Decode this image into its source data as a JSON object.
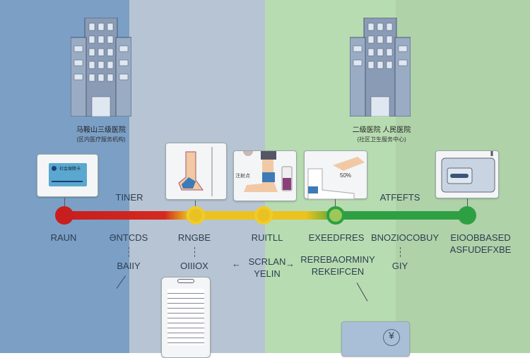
{
  "hospitals": [
    {
      "name": "马鞍山三级医院",
      "subtitle": "(区内医疗服务机构)"
    },
    {
      "name": "二级医院 人民医院",
      "subtitle": "(社区卫生服务中心)"
    }
  ],
  "insurance_card": {
    "title": "社会保障卡"
  },
  "timeline": {
    "top_labels": [
      "TINER",
      "ATFEFTS"
    ],
    "stages": [
      {
        "label": "RAUN",
        "color": "#c81e1e"
      },
      {
        "label": "ƏNTCDS",
        "sub": "BAIIY"
      },
      {
        "label": "RNGBE",
        "sub": "OIIIOX",
        "color": "#e8c020"
      },
      {
        "label": "RUITLL",
        "sub": "SCRLAN\nYELIN",
        "color": "#e8c020"
      },
      {
        "label": "EXEEDFRES",
        "sub": "REREBAORMINY\nREKEIFCEN",
        "color": "#2ea043"
      },
      {
        "label": "BNOZIOCOBUY",
        "sub": "GIY"
      },
      {
        "label": "EIOOBBASED\nASFUDEFXBE",
        "color": "#2ea043"
      }
    ]
  },
  "illustrations": {
    "percent": "50%",
    "note": "注射点"
  },
  "colors": {
    "blue": "#7b9fc5",
    "grey": "#b7c4d3",
    "green": "#b8dcb1",
    "green2": "#afd2a9"
  }
}
